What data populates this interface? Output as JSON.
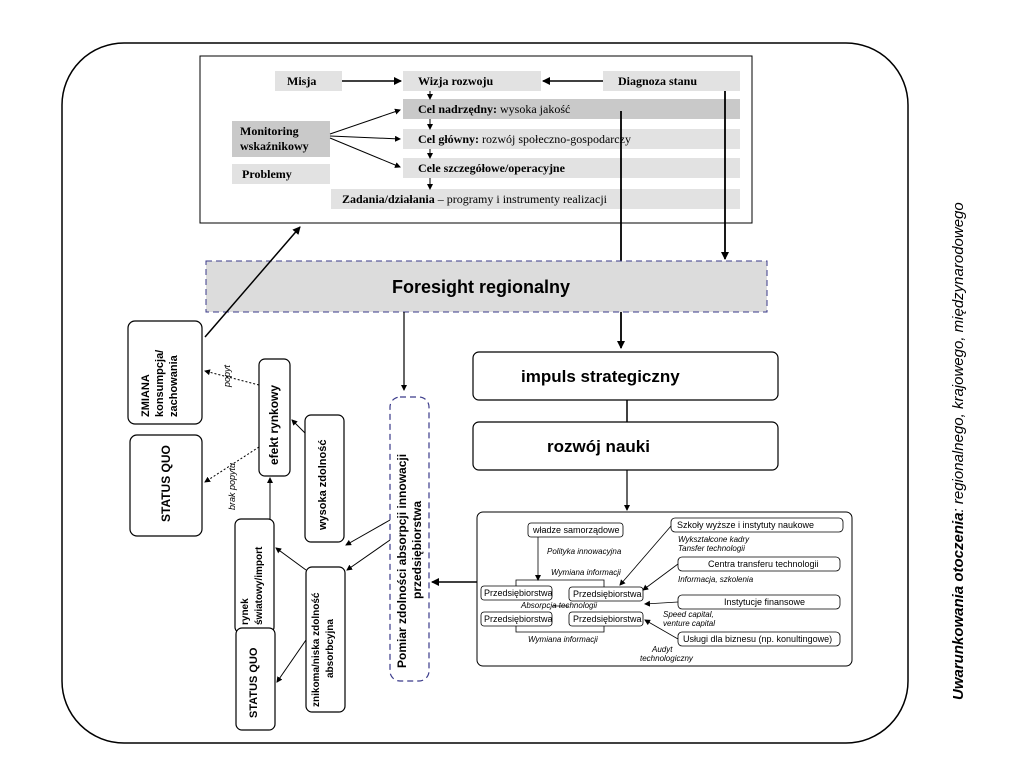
{
  "planning": {
    "misja": "Misja",
    "wizja": "Wizja rozwoju",
    "diagnoza": "Diagnoza stanu",
    "cel_nadrzedny_bold": "Cel nadrzędny:",
    "cel_nadrzedny_rest": " wysoka jakość",
    "cel_glowny_bold": "Cel główny:",
    "cel_glowny_rest": " rozwój społeczno-gospodarczy",
    "cele_szczegolowe": "Cele szczegółowe/operacyjne",
    "zadania_bold": "Zadania/działania",
    "zadania_rest": " – programy i instrumenty realizacji",
    "monitoring_line1": "Monitoring",
    "monitoring_line2": "wskaźnikowy",
    "problemy": "Problemy"
  },
  "foresight": "Foresight regionalny",
  "impuls": "impuls strategiczny",
  "nauka": "rozwój nauki",
  "left": {
    "zmiana_line1": "ZMIANA",
    "zmiana_line2": "konsumpcja/",
    "zmiana_line3": "zachowania",
    "status_quo_top": "STATUS QUO",
    "popyt": "popyt",
    "brak_popytu": "brak popytu",
    "efekt_rynkowy": "efekt rynkowy",
    "wysoka_zdolnosc": "wysoka zdolność",
    "rynek_line1": "rynek",
    "rynek_line2": "światowy/import",
    "status_quo_bottom": "STATUS QUO",
    "znikoma_line1": "znikoma/niska zdolność",
    "znikoma_line2": "absorbcyjna",
    "pomiar_line1": "Pomiar zdolności absorpcji innowacji",
    "pomiar_line2": "przedsiębiorstwa"
  },
  "network": {
    "wladze": "władze samorządowe",
    "polityka": "Polityka innowacyjna",
    "wymiana_top": "Wymiana informacji",
    "przeds1": "Przedsiębiorstwa",
    "przeds2": "Przedsiębiorstwa",
    "przeds3": "Przedsiębiorstwa",
    "przeds4": "Przedsiębiorstwa",
    "absorpcja": "Absorpcja technologii",
    "wymiana_bottom": "Wymiana informacji",
    "szkoly": "Szkoły wyższe i instytuty naukowe",
    "kadry_line1": "Wykształcone kadry",
    "kadry_line2": "Tansfer technologii",
    "centra": "Centra transferu technologii",
    "informacja": "Informacja, szkolenia",
    "instytucje": "Instytucje finansowe",
    "speed_line1": "Speed capital,",
    "speed_line2": "venture capital",
    "uslugi": "Usługi dla biznesu (np. konultingowe)",
    "audyt_line1": "Audyt",
    "audyt_line2": "technologiczny"
  },
  "side_caption_bold": "Uwarunkowania otoczenia",
  "side_caption_rest": ": regionalnego, krajowego, międzynarodowego"
}
